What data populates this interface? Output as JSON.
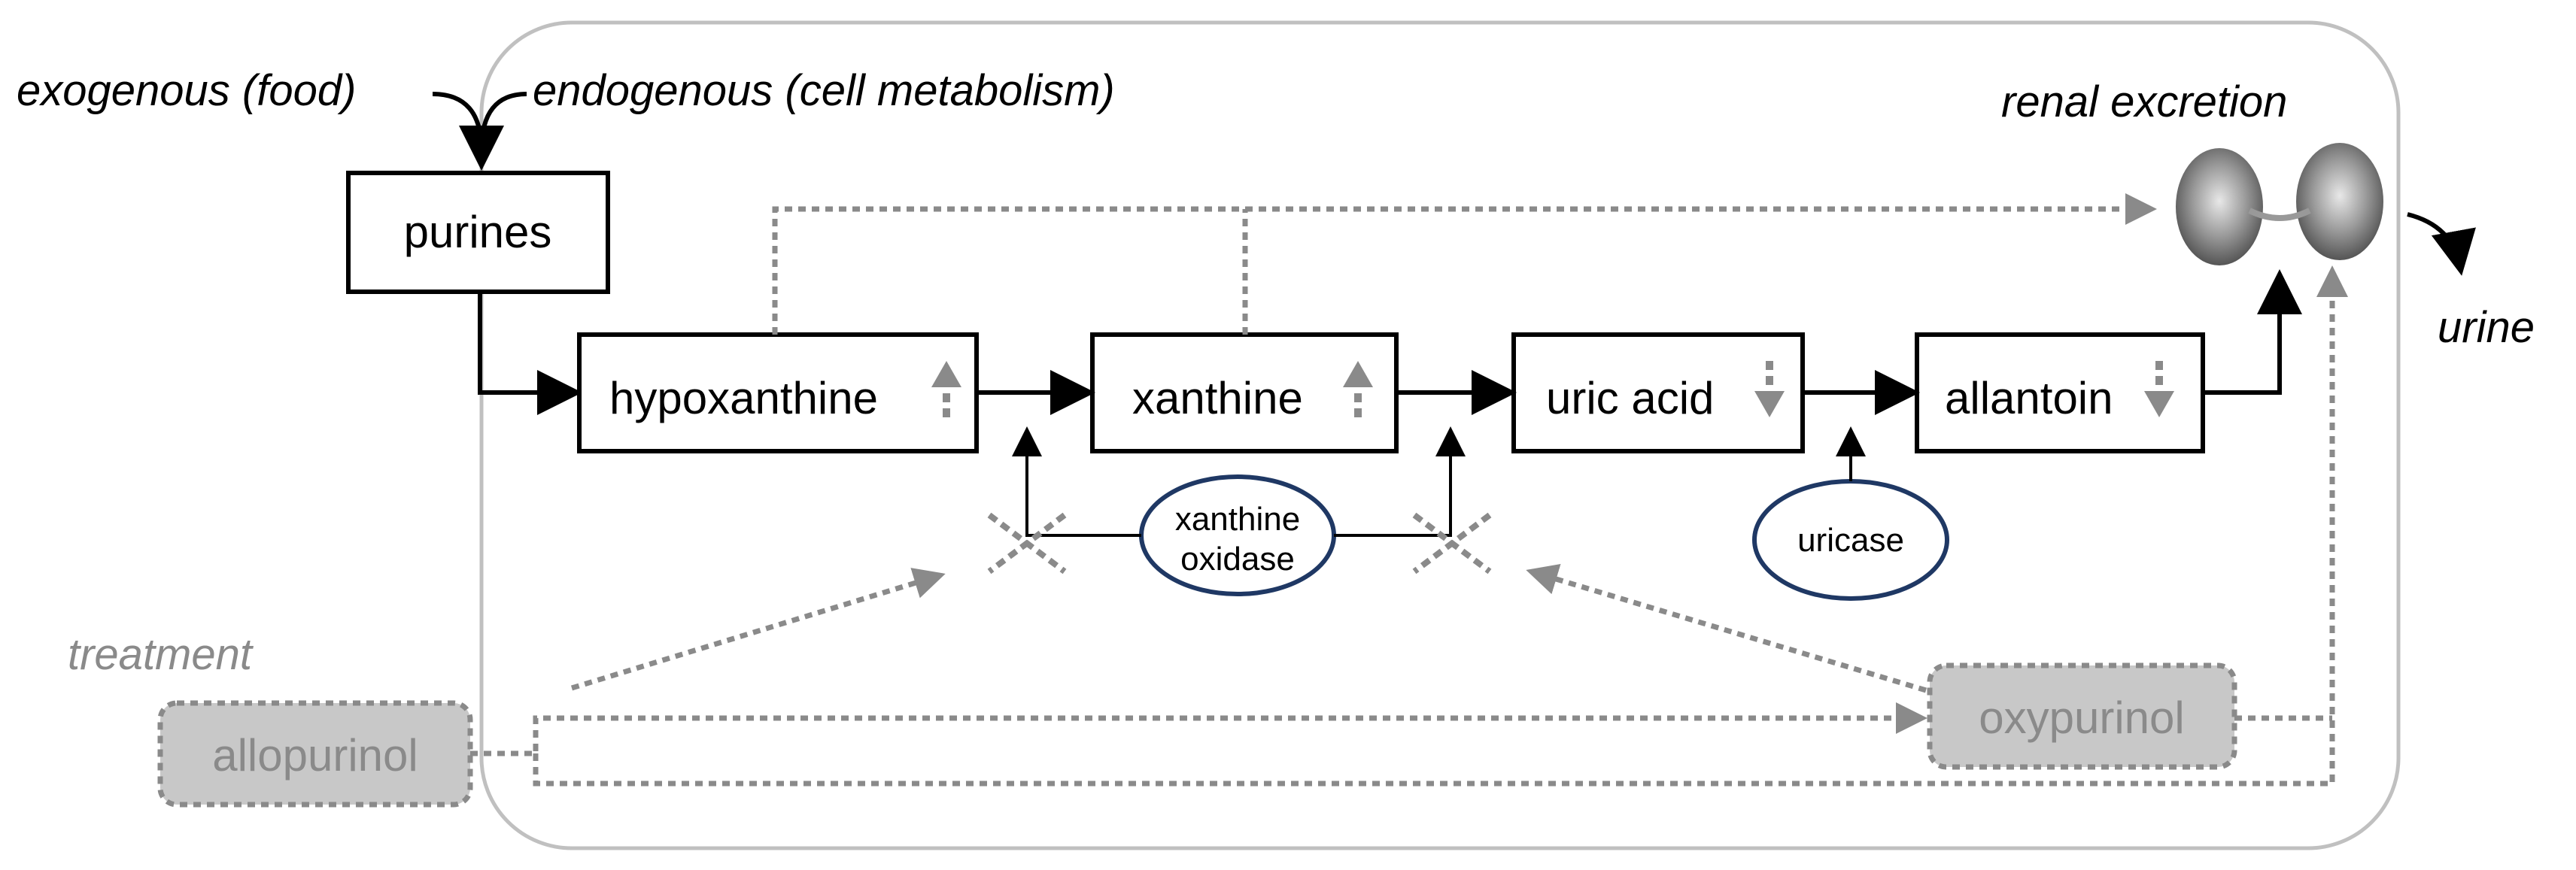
{
  "labels": {
    "exogenous": "exogenous (food)",
    "endogenous": "endogenous (cell metabolism)",
    "renal_excretion": "renal excretion",
    "urine": "urine",
    "treatment": "treatment"
  },
  "nodes": {
    "purines": "purines",
    "hypoxanthine": "hypoxanthine",
    "xanthine": "xanthine",
    "uric_acid": "uric acid",
    "allantoin": "allantoin",
    "allopurinol": "allopurinol",
    "oxypurinol": "oxypurinol"
  },
  "enzymes": {
    "xanthine_oxidase_line1": "xanthine",
    "xanthine_oxidase_line2": "oxidase",
    "uricase": "uricase"
  },
  "colors": {
    "black": "#000000",
    "grey": "#8a8a8a",
    "light_grey_fill": "#c8c8c8",
    "enzyme_outline": "#1f3864",
    "border": "#c0c0c0"
  },
  "icons": {
    "kidneys": "kidneys-icon",
    "inhibition": "cross-icon",
    "level_up": "up-arrow-icon",
    "level_down": "down-arrow-icon"
  }
}
